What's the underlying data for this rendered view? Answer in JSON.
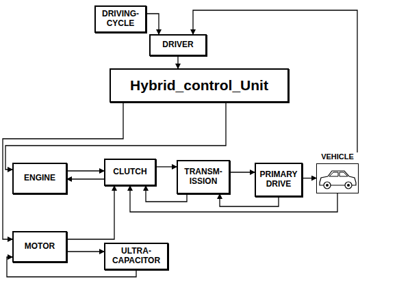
{
  "diagram": {
    "nodes": [
      {
        "text": [
          "DRIVING-CYCLE"
        ]
      },
      {
        "text": [
          "DRIVER"
        ]
      },
      {
        "text": [
          "Hybrid_control_Unit"
        ]
      },
      {
        "text": [
          "ENGINE"
        ]
      },
      {
        "text": [
          "CLUTCH"
        ]
      },
      {
        "text": [
          "TRANSM-ISSION"
        ]
      },
      {
        "text": [
          "PRIMARY DRIVE"
        ]
      },
      {
        "text": [
          "VEHICLE"
        ]
      },
      {
        "text": [
          "MOTOR"
        ]
      },
      {
        "text": [
          "ULTRA-CAPACITOR"
        ]
      }
    ],
    "edges": [
      {
        "from": 0,
        "to": 1,
        "arrow": "to"
      },
      {
        "from": 7,
        "to": 1,
        "arrow": "to"
      },
      {
        "from": 1,
        "to": 2,
        "arrow": "to"
      },
      {
        "from": 2,
        "to": 3,
        "arrow": "to"
      },
      {
        "from": 2,
        "to": 8,
        "arrow": "to"
      },
      {
        "from": 3,
        "to": 4,
        "arrow": "to"
      },
      {
        "from": 4,
        "to": 3,
        "arrow": "to"
      },
      {
        "from": 4,
        "to": 5,
        "arrow": "to"
      },
      {
        "from": 5,
        "to": 4,
        "arrow": "to"
      },
      {
        "from": 5,
        "to": 6,
        "arrow": "to"
      },
      {
        "from": 6,
        "to": 5,
        "arrow": "to"
      },
      {
        "from": 6,
        "to": 7,
        "arrow": "to"
      },
      {
        "from": 7,
        "to": 4,
        "arrow": "to"
      },
      {
        "from": 8,
        "to": 4,
        "arrow": "to"
      },
      {
        "from": 8,
        "to": 9,
        "arrow": "to"
      },
      {
        "from": 9,
        "to": 8,
        "arrow": "to"
      }
    ]
  }
}
